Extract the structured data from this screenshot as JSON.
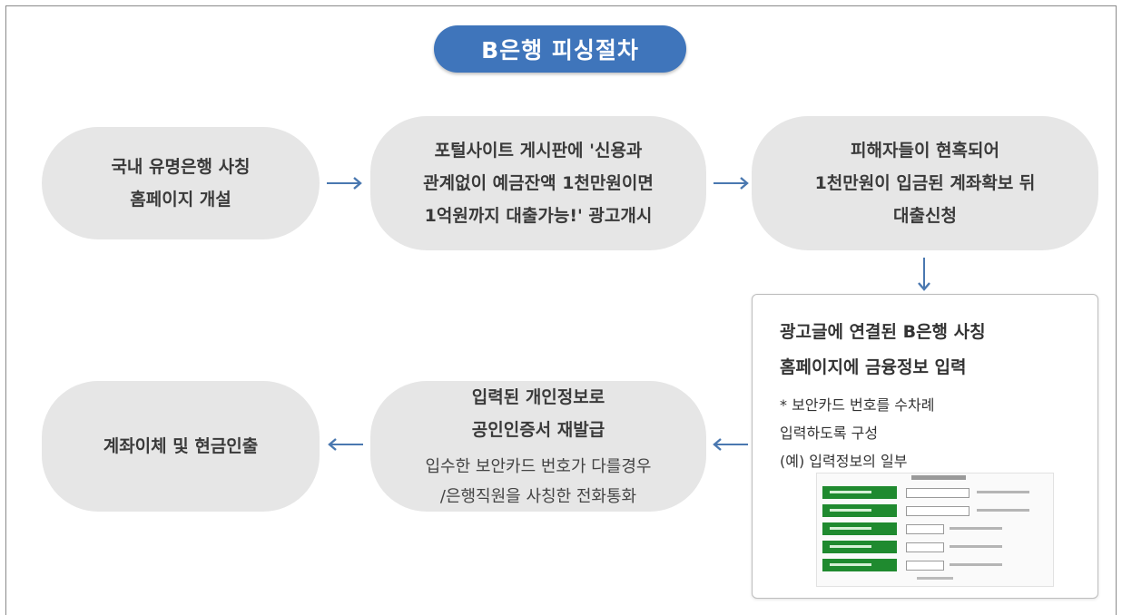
{
  "title": "B은행 피싱절차",
  "colors": {
    "title_bg": "#3f75bb",
    "pill_bg": "#e6e6e6",
    "arrow": "#4a78b0",
    "form_label": "#1f8a2f"
  },
  "steps": {
    "s1": {
      "lines": [
        "국내 유명은행 사칭",
        "홈페이지 개설"
      ]
    },
    "s2": {
      "lines": [
        "포털사이트 게시판에 '신용과",
        "관계없이 예금잔액 1천만원이면",
        "1억원까지 대출가능!' 광고개시"
      ]
    },
    "s3": {
      "lines": [
        "피해자들이 현혹되어",
        "1천만원이 입금된 계좌확보 뒤",
        "대출신청"
      ]
    },
    "s4": {
      "lines": [
        "광고글에 연결된 B은행 사칭",
        "홈페이지에 금융정보 입력"
      ],
      "note": [
        "* 보안카드 번호를 수차례",
        "입력하도록 구성",
        "(예) 입력정보의 일부"
      ]
    },
    "s5": {
      "lines": [
        "입력된 개인정보로",
        "공인인증서 재발급"
      ],
      "sub": [
        "입수한 보안카드 번호가 다를경우",
        "/은행직원을 사칭한 전화통화"
      ]
    },
    "s6": {
      "lines": [
        "계좌이체 및 현금인출"
      ]
    }
  }
}
